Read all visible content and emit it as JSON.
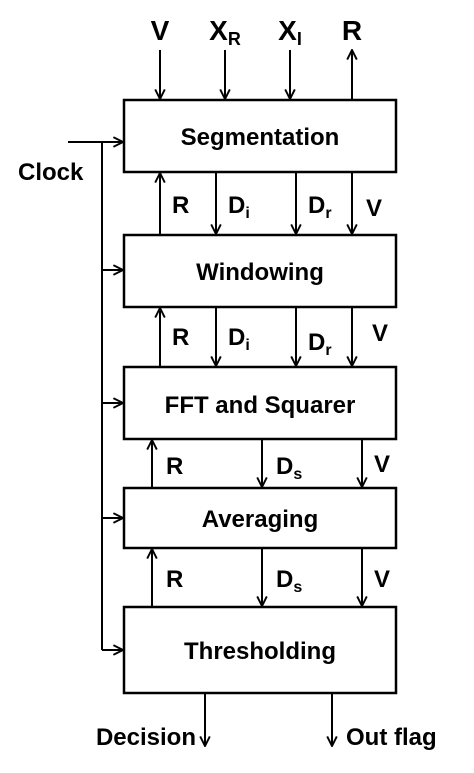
{
  "inputs": {
    "v": "V",
    "xr_main": "X",
    "xr_sub": "R",
    "xi_main": "X",
    "xi_sub": "I",
    "r_out": "R"
  },
  "clock_label": "Clock",
  "blocks": [
    {
      "label": "Segmentation"
    },
    {
      "label": "Windowing"
    },
    {
      "label": "FFT and Squarer"
    },
    {
      "label": "Averaging"
    },
    {
      "label": "Thresholding"
    }
  ],
  "links": [
    {
      "r": "R",
      "d1_main": "D",
      "d1_sub": "i",
      "d2_main": "D",
      "d2_sub": "r",
      "v": "V"
    },
    {
      "r": "R",
      "d1_main": "D",
      "d1_sub": "i",
      "d2_main": "D",
      "d2_sub": "r",
      "v": "V"
    },
    {
      "r": "R",
      "d_main": "D",
      "d_sub": "s",
      "v": "V"
    },
    {
      "r": "R",
      "d_main": "D",
      "d_sub": "s",
      "v": "V"
    }
  ],
  "outputs": {
    "decision": "Decision",
    "out_flag": "Out flag"
  }
}
